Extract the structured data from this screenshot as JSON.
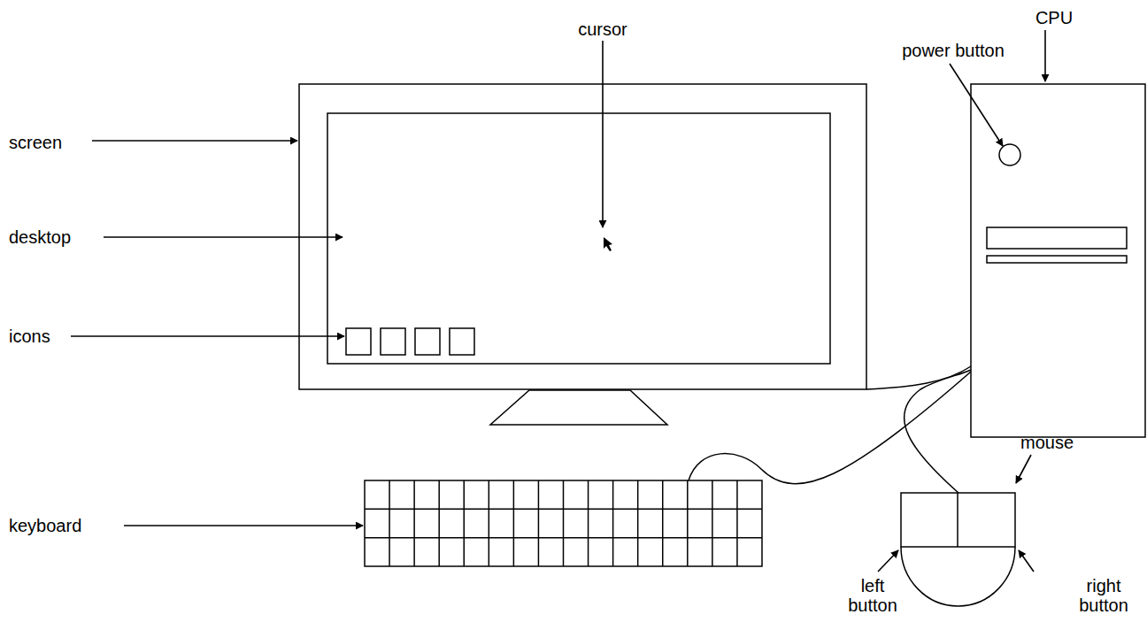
{
  "diagram": {
    "labels": [
      "cursor",
      "power button",
      "CPU",
      "screen",
      "desktop",
      "icons",
      "keyboard",
      "mouse",
      "left button",
      "right button"
    ]
  }
}
